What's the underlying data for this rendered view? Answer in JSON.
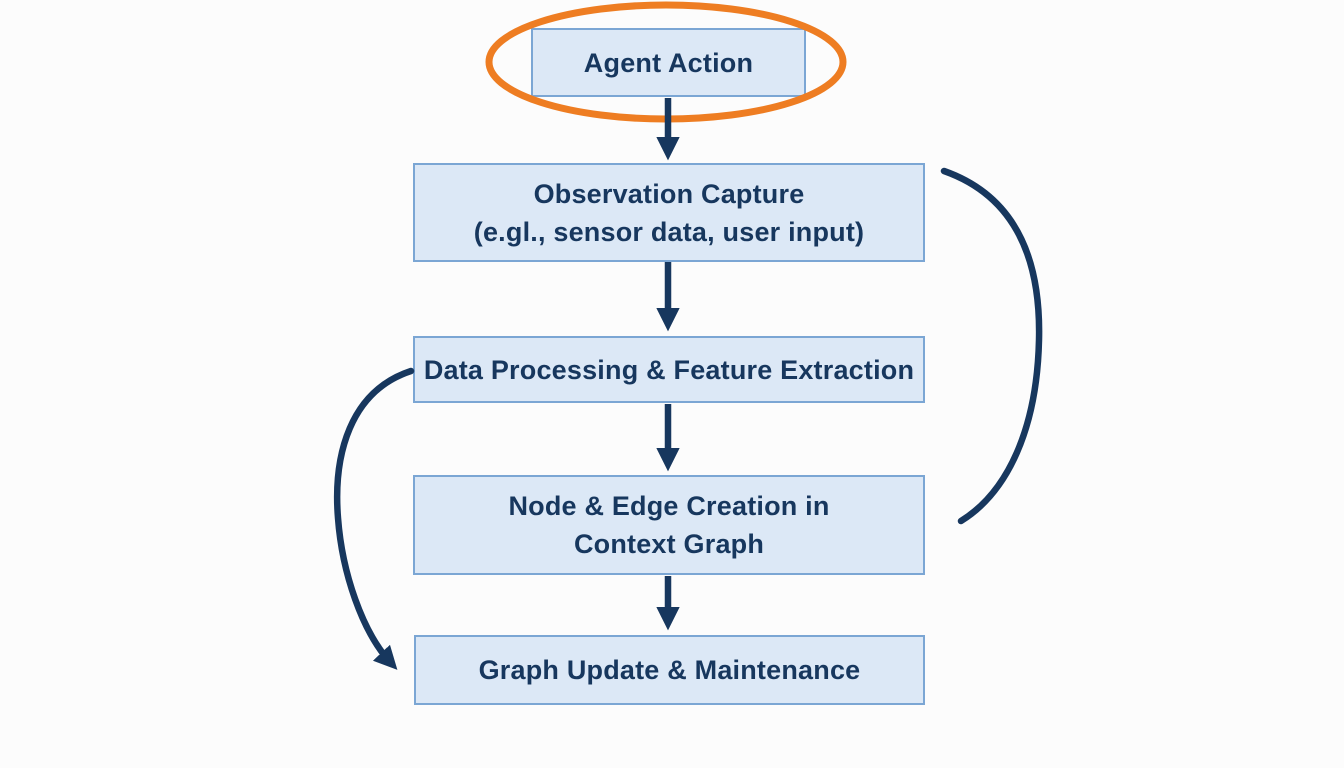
{
  "diagram": {
    "type": "flowchart",
    "description": "Vertical flowchart of agent context-graph pipeline; top node circled in orange for emphasis",
    "colors": {
      "background": "#fcfcfc",
      "box_fill": "#dce8f6",
      "box_border": "#7ba6d4",
      "text": "#17375e",
      "arrow": "#17375e",
      "highlight_ellipse": "#ee7d22"
    },
    "nodes": [
      {
        "id": "agent-action",
        "label": "Agent Action",
        "highlighted": true
      },
      {
        "id": "observation-capture",
        "label": "Observation Capture\n(e.gl., sensor data, user input)",
        "highlighted": false
      },
      {
        "id": "data-processing",
        "label": "Data Processing & Feature Extraction",
        "highlighted": false
      },
      {
        "id": "node-edge-creation",
        "label": "Node & Edge Creation in\nContext Graph",
        "highlighted": false
      },
      {
        "id": "graph-update",
        "label": "Graph Update & Maintenance",
        "highlighted": false
      }
    ],
    "edges": [
      {
        "from": "agent-action",
        "to": "observation-capture",
        "style": "straight-arrow-down"
      },
      {
        "from": "observation-capture",
        "to": "data-processing",
        "style": "straight-arrow-down"
      },
      {
        "from": "data-processing",
        "to": "node-edge-creation",
        "style": "straight-arrow-down"
      },
      {
        "from": "node-edge-creation",
        "to": "graph-update",
        "style": "straight-arrow-down"
      },
      {
        "from": "data-processing",
        "to": "graph-update",
        "style": "curved-arrow-left-side"
      },
      {
        "from": "observation-capture",
        "to": "node-edge-creation",
        "style": "curved-connector-right-side-no-arrowhead"
      }
    ]
  }
}
